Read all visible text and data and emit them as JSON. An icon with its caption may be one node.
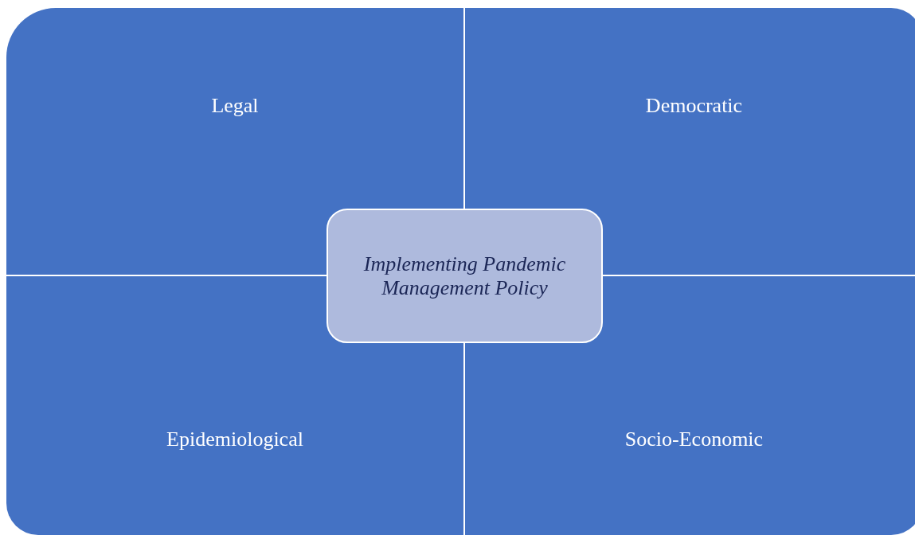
{
  "diagram": {
    "nodes": [
      {
        "text": [
          "Legal"
        ]
      },
      {
        "text": [
          "Democratic"
        ]
      },
      {
        "text": [
          "Implementing Pandemic Management Policy"
        ]
      },
      {
        "text": [
          "Epidemiological"
        ]
      },
      {
        "text": [
          "Socio-Economic"
        ]
      }
    ]
  }
}
